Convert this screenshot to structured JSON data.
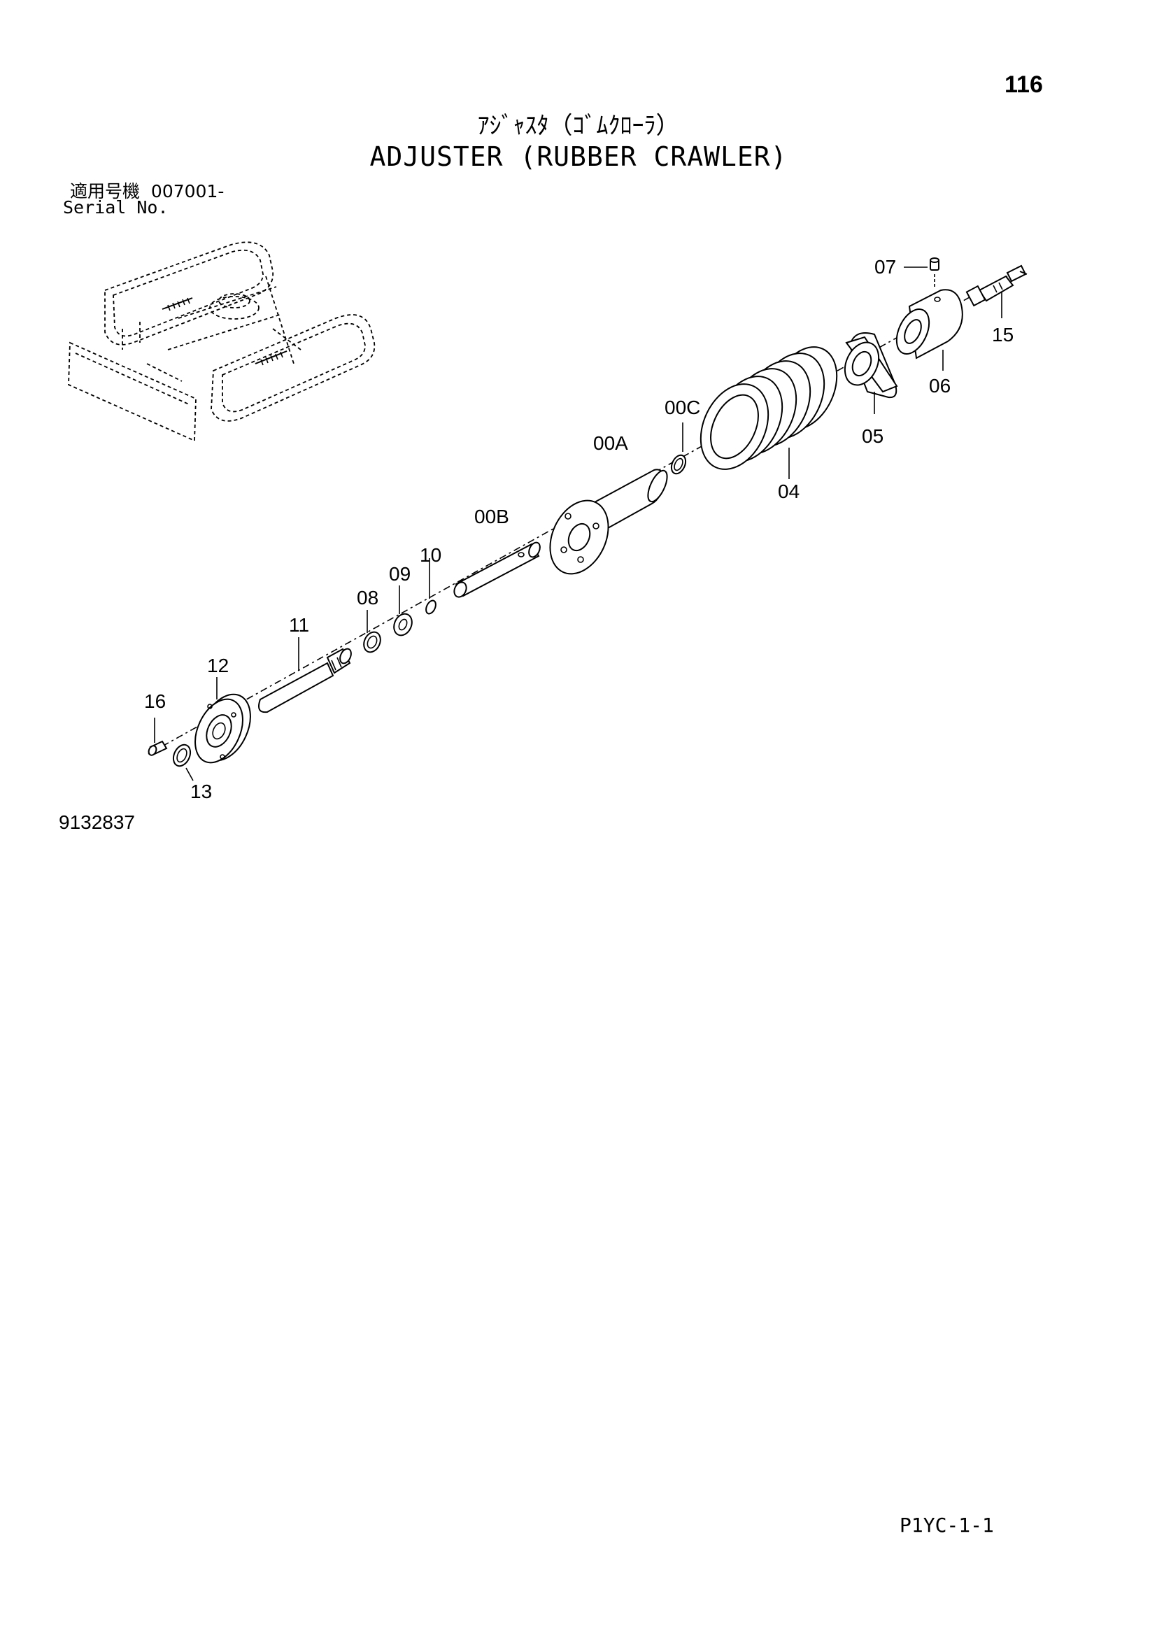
{
  "page_number": "116",
  "title_jp": "ｱｼﾞｬｽﾀ（ｺﾞﾑｸﾛｰﾗ）",
  "title_en": "ADJUSTER (RUBBER CRAWLER)",
  "serial_label_jp": "適用号機",
  "serial_value": "007001-",
  "serial_label_en": "Serial No.",
  "reference_number": "9132837",
  "footer_code": "P1YC-1-1",
  "part_labels": {
    "p07": "07",
    "p15": "15",
    "p06": "06",
    "p05": "05",
    "p04": "04",
    "p00C": "00C",
    "p00A": "00A",
    "p00B": "00B",
    "p10": "10",
    "p09": "09",
    "p08": "08",
    "p11": "11",
    "p12": "12",
    "p16": "16",
    "p13": "13"
  }
}
